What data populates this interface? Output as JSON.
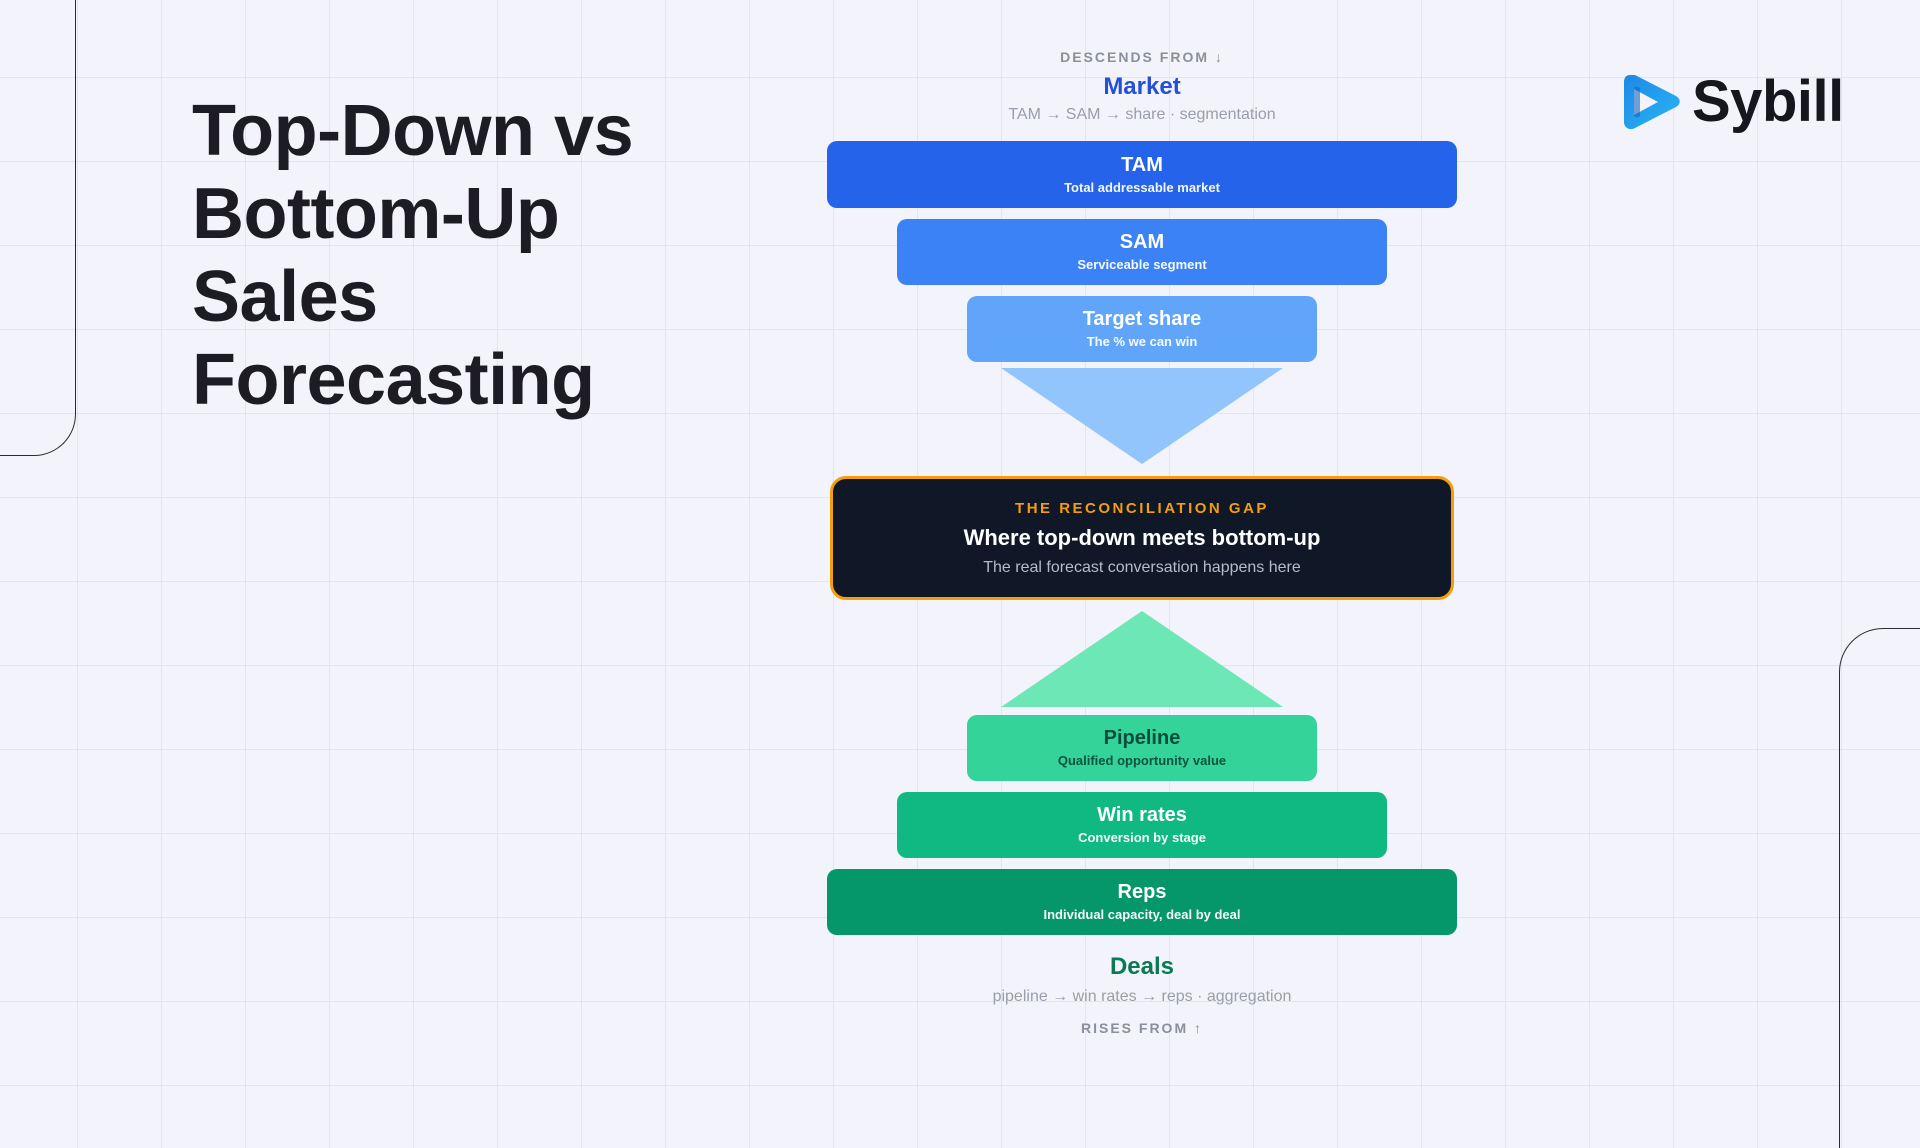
{
  "page": {
    "title_lines": [
      "Top-Down vs",
      "Bottom-Up",
      "Sales",
      "Forecasting"
    ]
  },
  "logo": {
    "text": "Sybill",
    "icon": "sybill-play-icon",
    "colors": [
      "#1e88e5",
      "#29b6f6"
    ]
  },
  "top_down": {
    "eyebrow": "DESCENDS FROM ↓",
    "anchor": "Market",
    "anchor_sub": "TAM → SAM → share · segmentation",
    "levels": [
      {
        "title": "TAM",
        "sub": "Total addressable market",
        "color": "#2563eb"
      },
      {
        "title": "SAM",
        "sub": "Serviceable segment",
        "color": "#3b82f6"
      },
      {
        "title": "Target share",
        "sub": "The % we can win",
        "color": "#60a5fa"
      }
    ],
    "arrow_color": "#93c5fd"
  },
  "gap": {
    "eyebrow": "THE RECONCILIATION GAP",
    "title": "Where top-down meets bottom-up",
    "sub": "The real forecast conversation happens here",
    "border_color": "#f59e0b",
    "background": "#101827"
  },
  "bottom_up": {
    "levels": [
      {
        "title": "Pipeline",
        "sub": "Qualified opportunity value",
        "color": "#34d399"
      },
      {
        "title": "Win rates",
        "sub": "Conversion by stage",
        "color": "#10b981"
      },
      {
        "title": "Reps",
        "sub": "Individual capacity, deal by deal",
        "color": "#059669"
      }
    ],
    "anchor": "Deals",
    "anchor_sub": "pipeline → win rates → reps · aggregation",
    "eyebrow": "RISES FROM ↑",
    "arrow_color": "#6ee7b7"
  }
}
